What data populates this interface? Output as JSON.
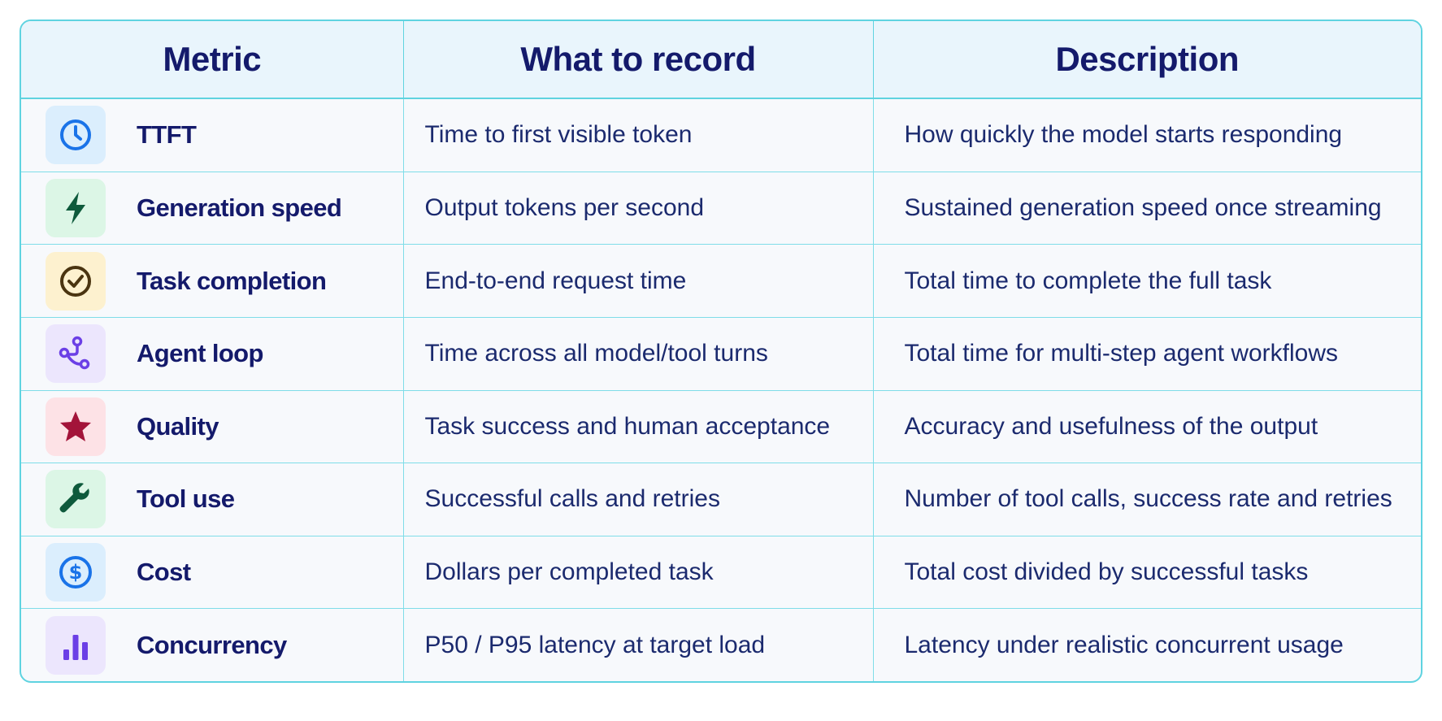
{
  "headers": {
    "metric": "Metric",
    "record": "What to record",
    "description": "Description"
  },
  "rows": [
    {
      "metric": "TTFT",
      "record": "Time to first visible token",
      "description": "How quickly the model starts responding",
      "icon": "clock-icon",
      "icon_bg": "#dbeefd",
      "icon_color": "#1a73e8"
    },
    {
      "metric": "Generation speed",
      "record": "Output tokens per second",
      "description": "Sustained generation speed once streaming",
      "icon": "lightning-icon",
      "icon_bg": "#dcf6e6",
      "icon_color": "#0e5a3c"
    },
    {
      "metric": "Task completion",
      "record": "End-to-end request time",
      "description": "Total time to complete the full task",
      "icon": "check-circle-icon",
      "icon_bg": "#fdf1cf",
      "icon_color": "#4a3410"
    },
    {
      "metric": "Agent loop",
      "record": "Time across all model/tool turns",
      "description": "Total time for multi-step agent workflows",
      "icon": "workflow-icon",
      "icon_bg": "#ece6fd",
      "icon_color": "#6b3fe6"
    },
    {
      "metric": "Quality",
      "record": "Task success and human acceptance",
      "description": "Accuracy and usefulness of the output",
      "icon": "star-icon",
      "icon_bg": "#fde2e6",
      "icon_color": "#a3143a"
    },
    {
      "metric": "Tool use",
      "record": "Successful calls and retries",
      "description": "Number of tool calls, success rate and retries",
      "icon": "wrench-icon",
      "icon_bg": "#dcf6e6",
      "icon_color": "#0e5a3c"
    },
    {
      "metric": "Cost",
      "record": "Dollars per completed task",
      "description": "Total cost divided by successful tasks",
      "icon": "dollar-icon",
      "icon_bg": "#dbeefd",
      "icon_color": "#1a73e8"
    },
    {
      "metric": "Concurrency",
      "record": "P50 / P95 latency at target load",
      "description": "Latency under realistic concurrent usage",
      "icon": "bar-chart-icon",
      "icon_bg": "#ece6fd",
      "icon_color": "#6b3fe6"
    }
  ]
}
